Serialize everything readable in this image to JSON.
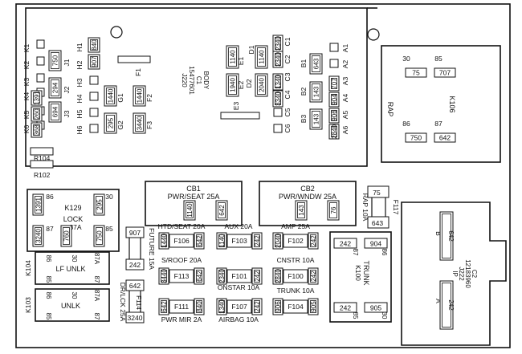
{
  "relays_small_left": [
    "K1",
    "K2",
    "K3",
    "K4",
    "K5",
    "K6"
  ],
  "fuses_j": [
    {
      "id": "J1",
      "code": "750"
    },
    {
      "id": "J2",
      "code": "294"
    },
    {
      "id": "J3",
      "code": "694"
    }
  ],
  "k_side_codes": [
    "1391",
    "260",
    "368"
  ],
  "h_labels": [
    "H1",
    "H2",
    "H3",
    "H4",
    "H5",
    "H6"
  ],
  "h_codes": [
    "840",
    "907"
  ],
  "g_labels": [
    "G1",
    "G2"
  ],
  "g_codes": [
    "1440",
    "295"
  ],
  "f_labels": [
    "F1",
    "F2",
    "F3"
  ],
  "f_codes": [
    "1440",
    "3440"
  ],
  "body_label": {
    "lines": [
      "BODY",
      "C1",
      "15477601",
      "J220"
    ]
  },
  "e_labels": [
    "E1",
    "E2",
    "E3"
  ],
  "e_codes": [
    "1140",
    "1940"
  ],
  "d_labels": [
    "D1",
    "D2"
  ],
  "d_codes": [
    "1140",
    "2040"
  ],
  "c_labels": [
    "C1",
    "C2",
    "C3",
    "C4",
    "C5",
    "C6"
  ],
  "c_codes": [
    "2340",
    "2340",
    "1340",
    "3340"
  ],
  "b_labels": [
    "B1",
    "B2",
    "B3"
  ],
  "b_codes": [
    "643",
    "143",
    "143"
  ],
  "a_labels": [
    "A1",
    "A2",
    "A3",
    "A4",
    "A5",
    "A6"
  ],
  "a_codes": [
    "707",
    "904",
    "906",
    "2840"
  ],
  "r104": "R104",
  "r102": "R102",
  "rap_relay": {
    "name": "K106",
    "label": "RAP",
    "pins": [
      {
        "pin": "30",
        "code": "75"
      },
      {
        "pin": "85",
        "code": "707"
      },
      {
        "pin": "86",
        "code": "750"
      },
      {
        "pin": "87",
        "code": "642"
      }
    ]
  },
  "cb1": {
    "name": "CB1",
    "desc": "PWR/SEAT 25A",
    "codes": [
      "1140",
      "642"
    ]
  },
  "cb2": {
    "name": "CB2",
    "desc": "PWR/WNDW 25A",
    "codes": [
      "143",
      "76"
    ]
  },
  "f117": {
    "name": "F117",
    "desc": "RAP 10A",
    "codes": [
      "75",
      "643"
    ]
  },
  "k129": {
    "name": "K129",
    "desc": "LOCK",
    "pins": [
      {
        "pin": "86",
        "code": "1391"
      },
      {
        "pin": "30",
        "code": "295"
      },
      {
        "pin": "87",
        "code": "3240"
      },
      {
        "pin": "87A",
        "code": "760"
      },
      {
        "pin": "85",
        "code": "750"
      }
    ],
    "pin87a": "87A"
  },
  "k104": {
    "name": "K104",
    "desc": "LF UNLK",
    "pins": [
      "86",
      "30",
      "87A",
      "85",
      "87"
    ]
  },
  "k103": {
    "name": "K103",
    "desc": "UNLK",
    "pins": [
      "86",
      "30",
      "87A",
      "85",
      "87"
    ]
  },
  "future": {
    "desc": "FUTURE 15A",
    "codes": [
      "907",
      "242"
    ]
  },
  "f114": {
    "name": "F114",
    "desc": "DR/LCK 25A",
    "codes": [
      "642",
      "3240"
    ]
  },
  "fuses_mid": [
    {
      "name": "F106",
      "desc": "HTD/SEAT 20A",
      "codes": [
        "1440",
        "642"
      ]
    },
    {
      "name": "F103",
      "desc": "AUX 20A",
      "codes": [
        "1140",
        "242"
      ]
    },
    {
      "name": "F102",
      "desc": "AMP 25A",
      "codes": [
        "2040",
        "242"
      ]
    },
    {
      "name": "F113",
      "desc": "S/ROOF 20A",
      "codes": [
        "3440",
        "642"
      ]
    },
    {
      "name": "F101",
      "desc": "ONSTAR 10A",
      "codes": [
        "2340",
        "242"
      ]
    },
    {
      "name": "F100",
      "desc": "CNSTR 10A",
      "codes": [
        "2840",
        "242"
      ]
    },
    {
      "name": "F111",
      "desc": "PWR MIR 2A",
      "codes": [
        "642",
        "840"
      ]
    },
    {
      "name": "F107",
      "desc": "AIRBAG 10A",
      "codes": [
        "1340",
        "242"
      ]
    },
    {
      "name": "F104",
      "desc": "TRUNK 10A",
      "codes": [
        "906",
        "905"
      ]
    }
  ],
  "k100": {
    "name": "K100",
    "desc": "TRUNK",
    "pins": [
      "87",
      "86",
      "85",
      "30"
    ],
    "codes": [
      "242",
      "904",
      "242",
      "905"
    ]
  },
  "ip": {
    "lines": [
      "C2",
      "12183960",
      "J222",
      "IP"
    ],
    "b_label": "B",
    "a_label": "A",
    "codes": [
      "642",
      "242"
    ]
  }
}
